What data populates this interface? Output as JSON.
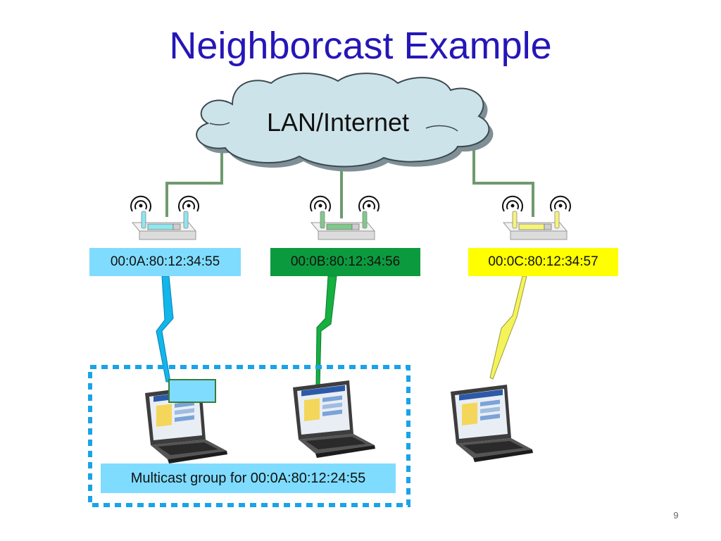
{
  "slide": {
    "title": "Neighborcast Example",
    "page_number": "9"
  },
  "cloud": {
    "label": "LAN/Internet",
    "color": "#cde3ea"
  },
  "access_points": [
    {
      "mac": "00:0A:80:12:34:55",
      "color": "#7fdcff"
    },
    {
      "mac": "00:0B:80:12:34:56",
      "color": "#0c9a3e"
    },
    {
      "mac": "00:0C:80:12:34:57",
      "color": "#ffff00"
    }
  ],
  "multicast_group": {
    "label": "Multicast group for 00:0A:80:12:24:55",
    "border_color": "#1aa3e8"
  },
  "icons": [
    "cloud-icon",
    "wifi-router-icon",
    "wireless-signal-icon",
    "lightning-link-icon",
    "laptop-icon"
  ]
}
